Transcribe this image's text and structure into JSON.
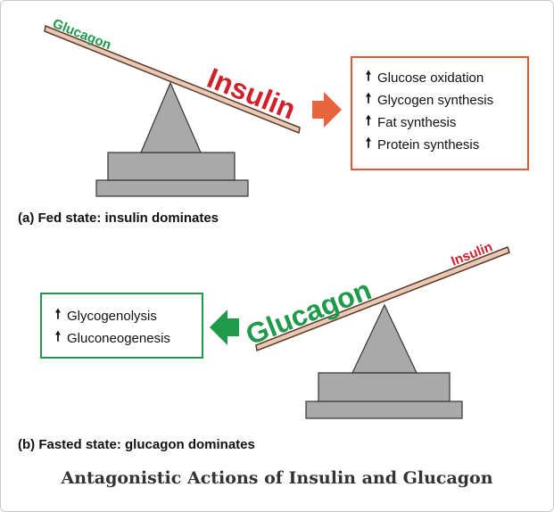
{
  "fed": {
    "beam_left_label": "Glucagon",
    "beam_right_label": "Insulin",
    "effects": [
      {
        "icon": "up-arrow-icon",
        "text": "Glucose oxidation"
      },
      {
        "icon": "up-arrow-icon",
        "text": "Glycogen synthesis"
      },
      {
        "icon": "up-arrow-icon",
        "text": "Fat synthesis"
      },
      {
        "icon": "up-arrow-icon",
        "text": "Protein synthesis"
      }
    ],
    "caption": "(a) Fed state: insulin dominates",
    "arrow_color": "#e8643c",
    "box_border_color": "#e4572e"
  },
  "fasted": {
    "beam_left_label": "Glucagon",
    "beam_right_label": "Insulin",
    "effects": [
      {
        "icon": "up-arrow-icon",
        "text": "Glycogenolysis"
      },
      {
        "icon": "up-arrow-icon",
        "text": "Gluconeogenesis"
      }
    ],
    "caption": "(b) Fasted state: glucagon dominates",
    "arrow_color": "#1f9a4a",
    "box_border_color": "#1f9a4a"
  },
  "title": "Antagonistic Actions of Insulin and Glucagon",
  "colors": {
    "insulin_red": "#d0202a",
    "glucagon_green": "#1f9a4a",
    "beam_fill": "#e9c9b4",
    "beam_stroke": "#5a3a2a",
    "fulcrum_gray": "#a9a9a9"
  }
}
